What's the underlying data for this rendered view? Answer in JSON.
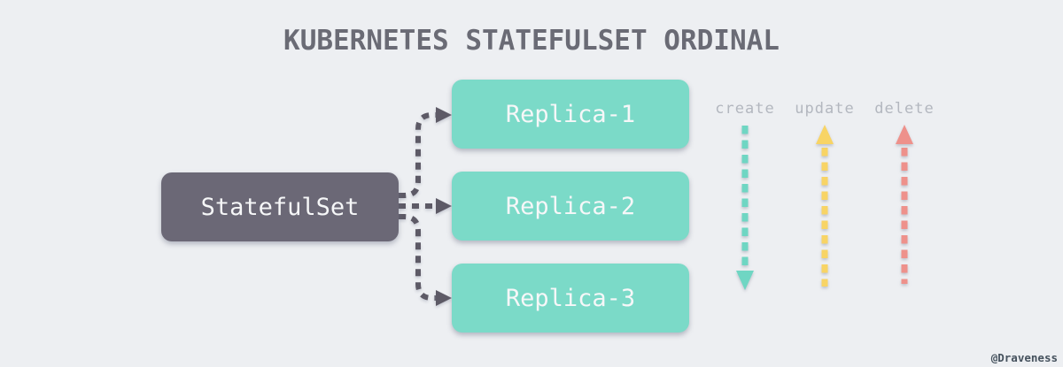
{
  "title": "KUBERNETES STATEFULSET ORDINAL",
  "watermark": "@Draveness",
  "diagram": {
    "source_node": {
      "label": "StatefulSet"
    },
    "replicas": [
      {
        "label": "Replica-1"
      },
      {
        "label": "Replica-2"
      },
      {
        "label": "Replica-3"
      }
    ],
    "operations": [
      {
        "label": "create",
        "direction": "down",
        "color": "#6fd6c3"
      },
      {
        "label": "update",
        "direction": "up",
        "color": "#f8d465"
      },
      {
        "label": "delete",
        "direction": "up",
        "color": "#ee918b"
      }
    ]
  },
  "colors": {
    "background": "#edeff2",
    "source_box": "#6b6876",
    "replica_box": "#7bdac8",
    "connector": "#5d5a66",
    "create_arrow": "#6fd6c3",
    "update_arrow": "#f8d465",
    "delete_arrow": "#ee918b",
    "label_text": "#b3b7bf",
    "title_text": "#6a6b75"
  }
}
